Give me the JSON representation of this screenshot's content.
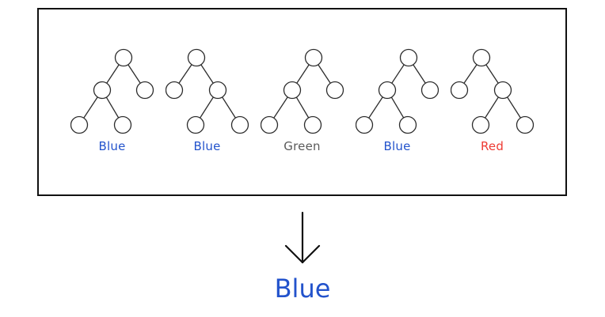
{
  "figure": {
    "panel": {
      "trees": [
        {
          "label": "Blue",
          "color": "#2353cc",
          "structure": "left-heavy"
        },
        {
          "label": "Blue",
          "color": "#2353cc",
          "structure": "right-heavy"
        },
        {
          "label": "Green",
          "color": "#5a5a5a",
          "structure": "left-heavy"
        },
        {
          "label": "Blue",
          "color": "#2353cc",
          "structure": "left-heavy"
        },
        {
          "label": "Red",
          "color": "#ee3b33",
          "structure": "right-heavy"
        }
      ]
    },
    "arrow_icon": "arrow-down",
    "result": {
      "label": "Blue",
      "color": "#2353cc"
    }
  },
  "style": {
    "node_stroke": "#2b2b2b",
    "node_fill": "#ffffff",
    "box_border": "#111111",
    "arrow_color": "#111111",
    "background": "#ffffff"
  }
}
